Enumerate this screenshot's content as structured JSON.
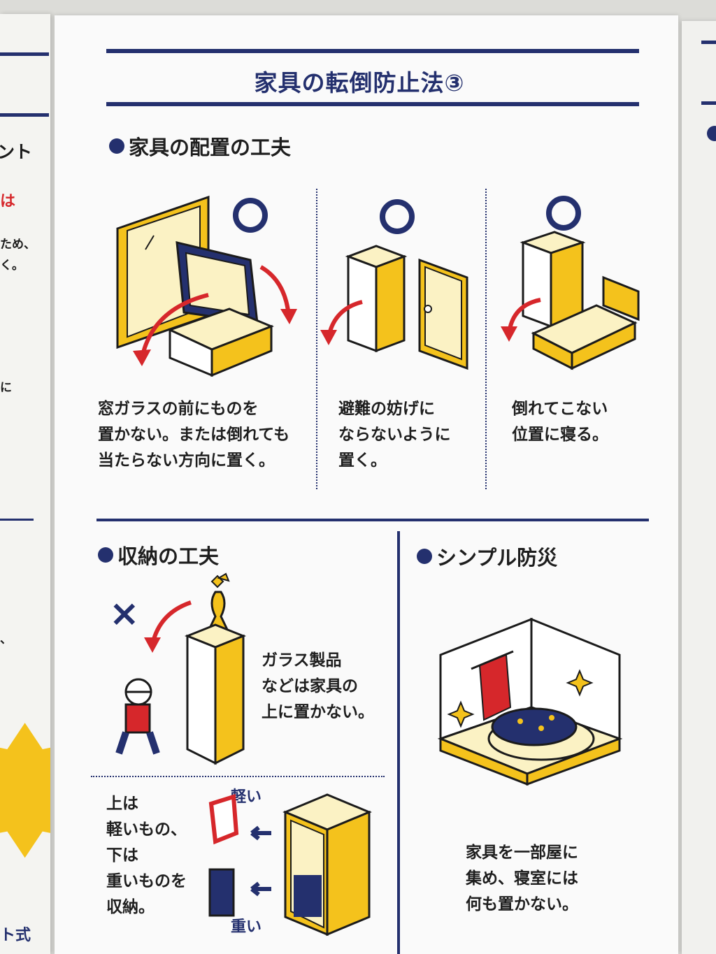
{
  "page_title": "家具の転倒防止法③",
  "placement": {
    "heading": "家具の配置の工夫",
    "items": [
      {
        "mark": "○",
        "caption": "窓ガラスの前にものを\n置かない。または倒れても\n当たらない方向に置く。"
      },
      {
        "mark": "○",
        "caption": "避難の妨げに\nならないように\n置く。"
      },
      {
        "mark": "○",
        "caption": "倒れてこない\n位置に寝る。"
      }
    ]
  },
  "storage": {
    "heading": "収納の工夫",
    "bad_mark": "×",
    "glass_caption": "ガラス製品\nなどは家具の\n上に置かない。",
    "weight_caption": "上は\n軽いもの、\n下は\n重いものを\n収納。",
    "light_label": "軽い",
    "heavy_label": "重い"
  },
  "simple": {
    "heading": "シンプル防災",
    "caption": "家具を一部屋に\n集め、寝室には\n何も置かない。"
  },
  "left_page_fragments": [
    "ント",
    "は",
    "ため、",
    "く。",
    "に",
    "、",
    "ト式"
  ],
  "colors": {
    "navy": "#24306e",
    "red": "#d6272b",
    "yellow": "#f1b91f",
    "cream": "#fbf2c4"
  }
}
